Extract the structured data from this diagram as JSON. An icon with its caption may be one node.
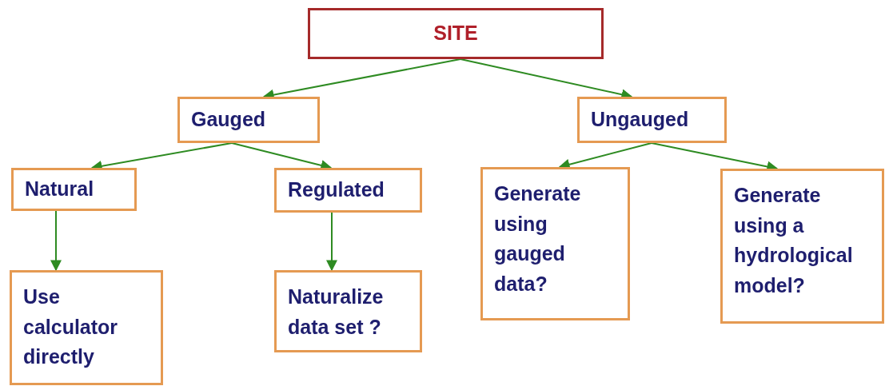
{
  "diagram": {
    "nodes": [
      {
        "text": [
          "SITE"
        ]
      },
      {
        "text": [
          "Gauged"
        ]
      },
      {
        "text": [
          "Ungauged"
        ]
      },
      {
        "text": [
          "Natural"
        ]
      },
      {
        "text": [
          "Regulated"
        ]
      },
      {
        "text": [
          "Generate using gauged data?"
        ]
      },
      {
        "text": [
          "Generate using a hydrological model?"
        ]
      },
      {
        "text": [
          "Use calculator directly"
        ]
      },
      {
        "text": [
          "Naturalize data set ?"
        ]
      }
    ],
    "edges": [
      {
        "from": 0,
        "to": 1,
        "arrow": "to"
      },
      {
        "from": 0,
        "to": 2,
        "arrow": "to"
      },
      {
        "from": 1,
        "to": 3,
        "arrow": "to"
      },
      {
        "from": 1,
        "to": 4,
        "arrow": "to"
      },
      {
        "from": 2,
        "to": 5,
        "arrow": "to"
      },
      {
        "from": 2,
        "to": 6,
        "arrow": "to"
      },
      {
        "from": 3,
        "to": 7,
        "arrow": "to"
      },
      {
        "from": 4,
        "to": 8,
        "arrow": "to"
      }
    ]
  }
}
